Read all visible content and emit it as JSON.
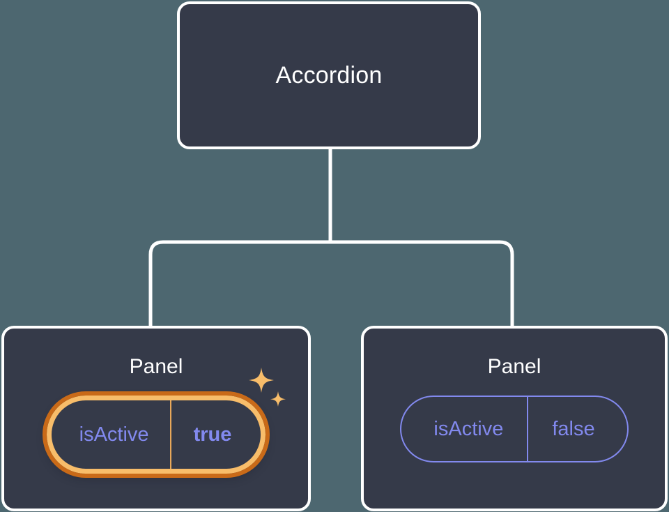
{
  "canvas": {
    "background_color": "#4d6770",
    "node_fill_color": "#353a49",
    "node_border_color": "#ffffff",
    "edge_color": "#ffffff",
    "prop_accent_color": "#8289ee",
    "highlight_outer_color": "#c96a18",
    "highlight_inner_color": "#f8bd6a",
    "sparkle_color": "#f8bd6a"
  },
  "tree": {
    "root": {
      "title": "Accordion"
    },
    "children": [
      {
        "title": "Panel",
        "highlighted": true,
        "prop": {
          "key": "isActive",
          "value": "true"
        },
        "sparkle_icon_name": "sparkles-icon"
      },
      {
        "title": "Panel",
        "highlighted": false,
        "prop": {
          "key": "isActive",
          "value": "false"
        }
      }
    ]
  }
}
